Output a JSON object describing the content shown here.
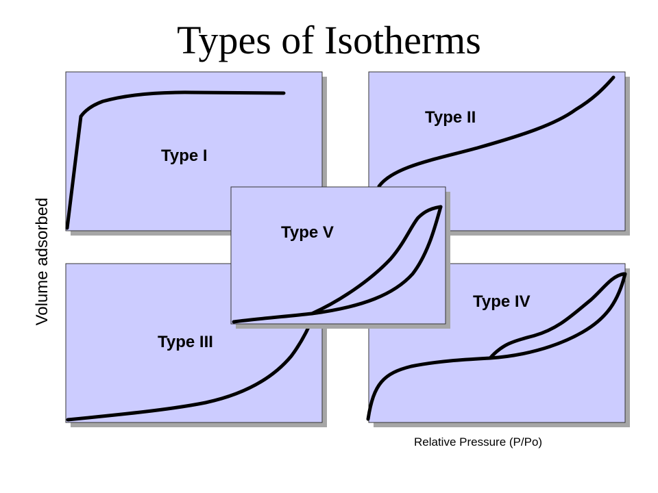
{
  "title": "Types of Isotherms",
  "y_axis_label": "Volume adsorbed",
  "x_axis_label": "Relative Pressure (P/Po)",
  "panel_fill": "#ccccff",
  "panels": [
    {
      "id": "type-1",
      "label": "Type I"
    },
    {
      "id": "type-2",
      "label": "Type II"
    },
    {
      "id": "type-3",
      "label": "Type III"
    },
    {
      "id": "type-4",
      "label": "Type IV"
    },
    {
      "id": "type-5",
      "label": "Type V"
    }
  ]
}
